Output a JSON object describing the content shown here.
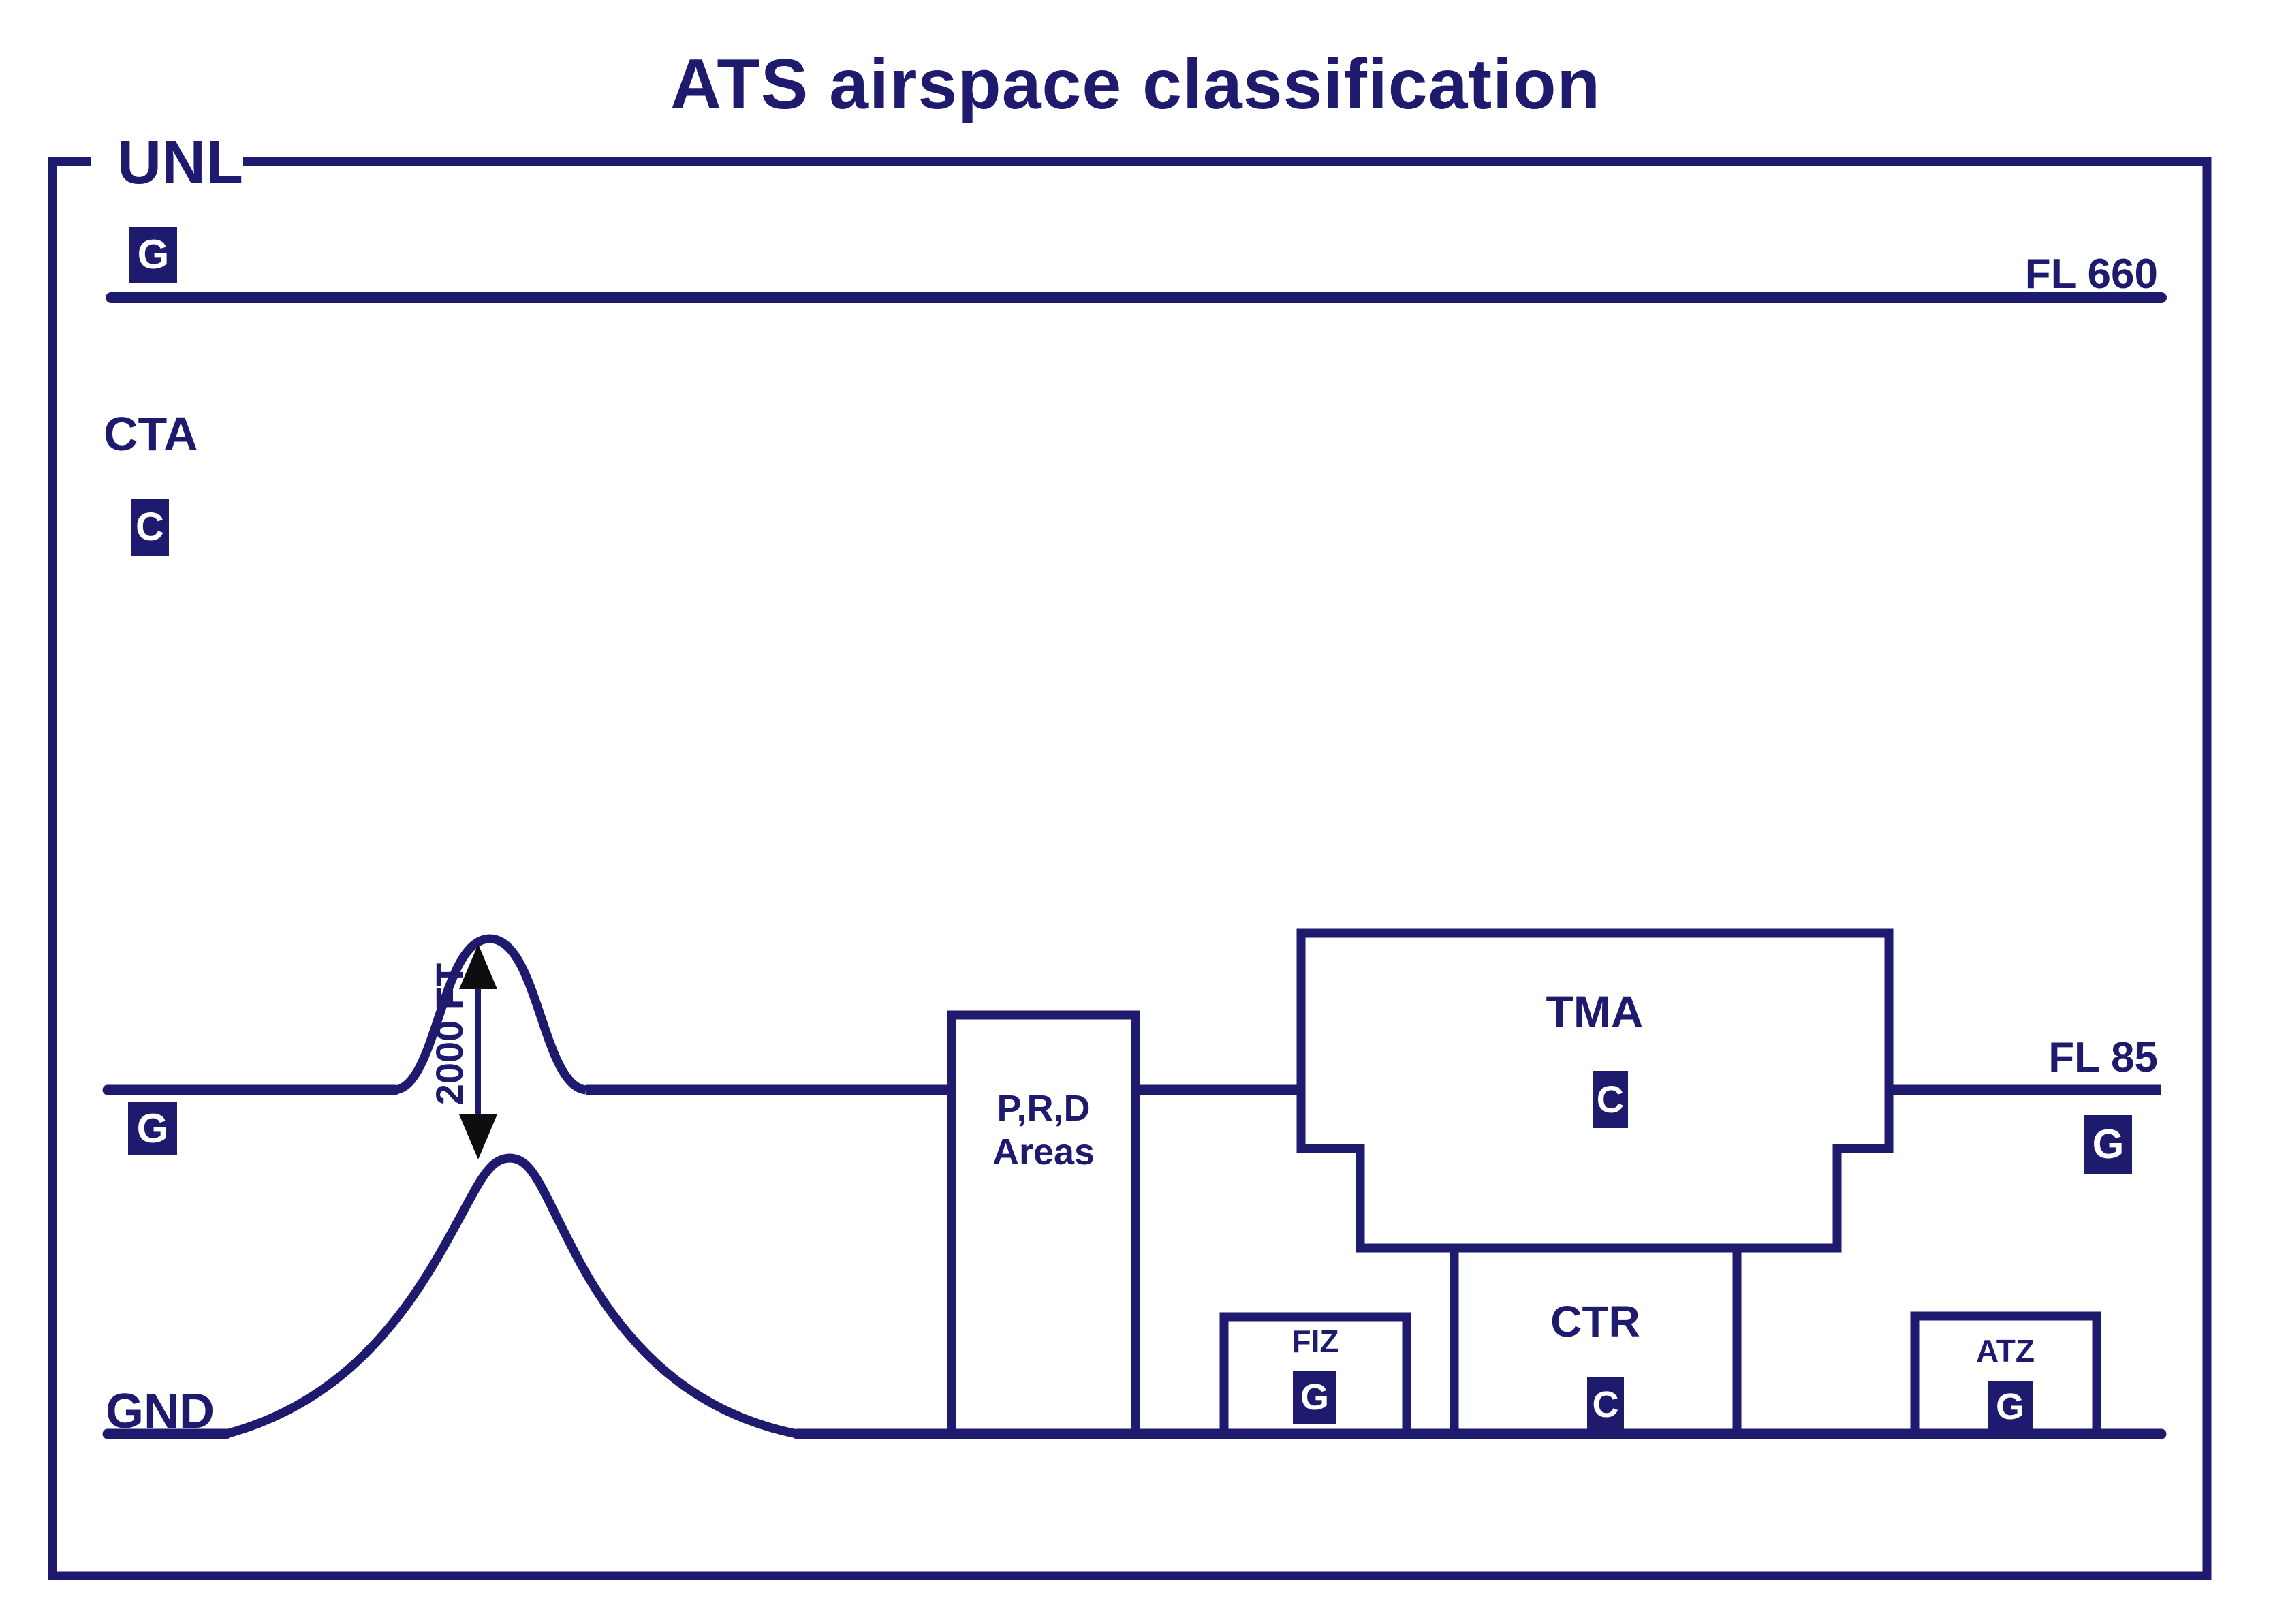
{
  "colors": {
    "navy": "#1e1a6e",
    "arrow": "#0e0e10",
    "bg": "#ffffff"
  },
  "title": "ATS airspace classification",
  "levels": {
    "unl": "UNL",
    "fl660": "FL 660",
    "fl85": "FL 85",
    "gnd": "GND"
  },
  "annotations": {
    "mountain_height": "2000 FT"
  },
  "airspaces": {
    "upper_uncontrolled_class": "G",
    "cta_label": "CTA",
    "cta_class": "C",
    "lower_left_class": "G",
    "lower_right_class": "G",
    "prd_label_line1": "P,R,D",
    "prd_label_line2": "Areas",
    "fiz_label": "FIZ",
    "fiz_class": "G",
    "tma_label": "TMA",
    "tma_class": "C",
    "ctr_label": "CTR",
    "ctr_class": "C",
    "atz_label": "ATZ",
    "atz_class": "G"
  }
}
